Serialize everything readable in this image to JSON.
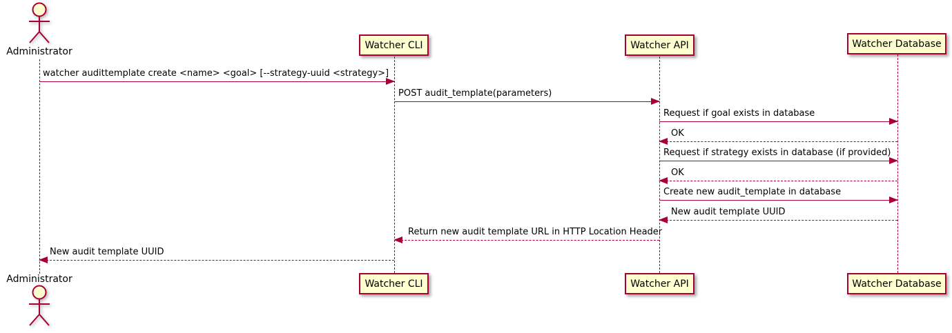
{
  "diagram": {
    "type": "sequence",
    "colors": {
      "participant_fill": "#FEFECE",
      "participant_border": "#A80036",
      "arrow": "#A80036",
      "lifeline": "#A80036",
      "text": "#000000",
      "background": "#FFFFFF"
    },
    "actor": {
      "name": "Administrator"
    },
    "participants": [
      {
        "label": "Watcher CLI"
      },
      {
        "label": "Watcher API"
      },
      {
        "label": "Watcher Database"
      }
    ],
    "messages": [
      {
        "from": "Administrator",
        "to": "Watcher CLI",
        "style": "solid",
        "text": "watcher audittemplate create <name> <goal> [--strategy-uuid <strategy>]"
      },
      {
        "from": "Watcher CLI",
        "to": "Watcher API",
        "style": "solid",
        "text": "POST audit_template(parameters)"
      },
      {
        "from": "Watcher API",
        "to": "Watcher Database",
        "style": "solid",
        "text": "Request if goal exists in database"
      },
      {
        "from": "Watcher Database",
        "to": "Watcher API",
        "style": "dashed",
        "text": "OK"
      },
      {
        "from": "Watcher API",
        "to": "Watcher Database",
        "style": "solid",
        "text": "Request if strategy exists in database (if provided)"
      },
      {
        "from": "Watcher Database",
        "to": "Watcher API",
        "style": "dashed",
        "text": "OK"
      },
      {
        "from": "Watcher API",
        "to": "Watcher Database",
        "style": "solid",
        "text": "Create new audit_template in database"
      },
      {
        "from": "Watcher Database",
        "to": "Watcher API",
        "style": "dashed",
        "text": "New audit template UUID"
      },
      {
        "from": "Watcher API",
        "to": "Watcher CLI",
        "style": "dashed",
        "text": "Return new audit template URL in HTTP Location Header"
      },
      {
        "from": "Watcher CLI",
        "to": "Administrator",
        "style": "dashed",
        "text": "New audit template UUID"
      }
    ]
  }
}
